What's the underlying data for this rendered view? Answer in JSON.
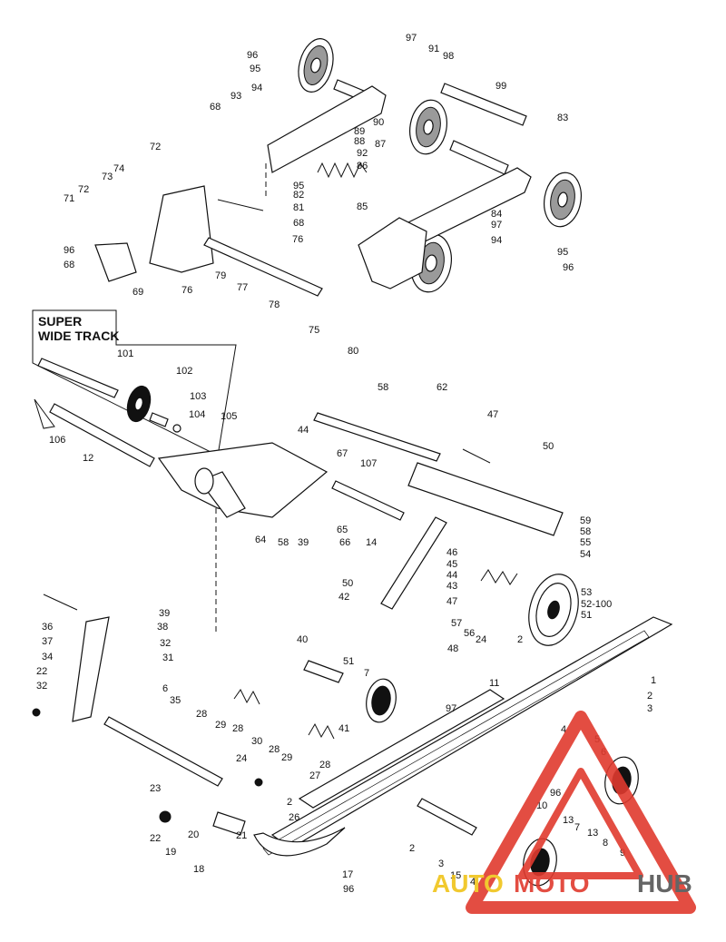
{
  "inset": {
    "title_line1": "SUPER",
    "title_line2": "WIDE TRACK"
  },
  "watermark": {
    "part1": "AUTO",
    "part2": "MOTO",
    "part3": "HUB",
    "colors": {
      "auto": "#f0c419",
      "moto": "#e03a2e",
      "hub": "#555555",
      "triangle": "#e03a2e"
    }
  },
  "callouts": [
    "97",
    "96",
    "95",
    "91",
    "98",
    "94",
    "99",
    "93",
    "83",
    "68",
    "90",
    "89",
    "88",
    "87",
    "72",
    "92",
    "86",
    "74",
    "73",
    "95",
    "82",
    "81",
    "85",
    "72",
    "71",
    "84",
    "97",
    "68",
    "76",
    "94",
    "96",
    "68",
    "95",
    "79",
    "76",
    "77",
    "78",
    "69",
    "96",
    "75",
    "80",
    "101",
    "102",
    "103",
    "104",
    "105",
    "106",
    "12",
    "58",
    "62",
    "44",
    "47",
    "67",
    "50",
    "107",
    "59",
    "58",
    "65",
    "66",
    "14",
    "64",
    "58",
    "39",
    "55",
    "54",
    "46",
    "45",
    "44",
    "43",
    "53",
    "52-100",
    "47",
    "57",
    "56",
    "51",
    "36",
    "37",
    "39",
    "38",
    "50",
    "42",
    "32",
    "34",
    "31",
    "40",
    "24",
    "2",
    "48",
    "22",
    "32",
    "6",
    "35",
    "51",
    "7",
    "11",
    "1",
    "28",
    "29",
    "28",
    "97",
    "2",
    "3",
    "41",
    "30",
    "28",
    "29",
    "28",
    "4",
    "5",
    "6",
    "24",
    "27",
    "23",
    "2",
    "26",
    "96",
    "10",
    "22",
    "20",
    "21",
    "19",
    "13",
    "7",
    "13",
    "8",
    "18",
    "2",
    "3",
    "9",
    "15",
    "17",
    "96",
    "4"
  ]
}
